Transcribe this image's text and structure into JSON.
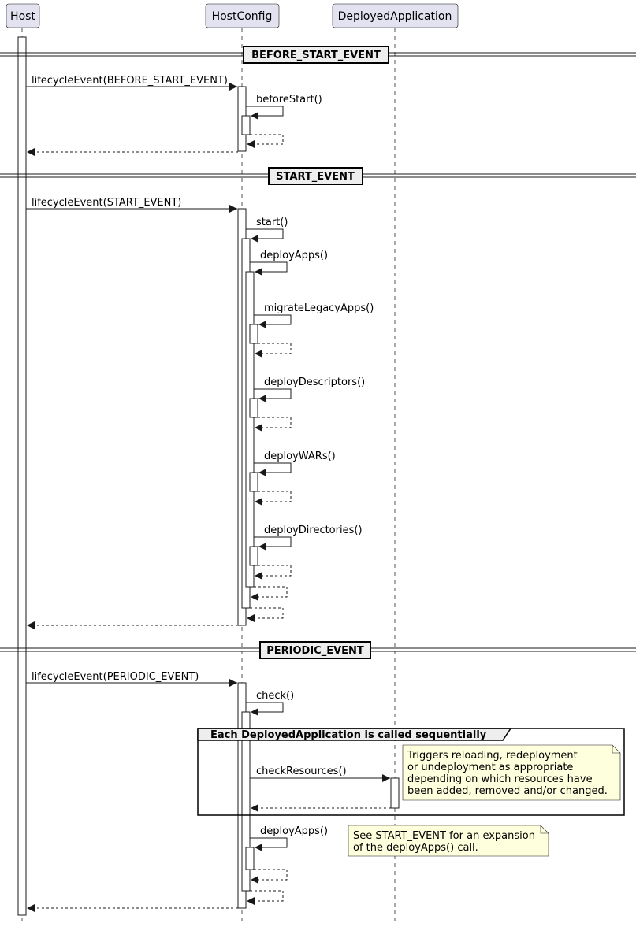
{
  "participants": [
    {
      "id": "host",
      "name": "Host"
    },
    {
      "id": "hostconfig",
      "name": "HostConfig"
    },
    {
      "id": "deployed",
      "name": "DeployedApplication"
    }
  ],
  "dividers": [
    "BEFORE_START_EVENT",
    "START_EVENT",
    "PERIODIC_EVENT"
  ],
  "messages": [
    "lifecycleEvent(BEFORE_START_EVENT)",
    "beforeStart()",
    "lifecycleEvent(START_EVENT)",
    "start()",
    "deployApps()",
    "migrateLegacyApps()",
    "deployDescriptors()",
    "deployWARs()",
    "deployDirectories()",
    "lifecycleEvent(PERIODIC_EVENT)",
    "check()",
    "checkResources()",
    "deployApps()"
  ],
  "group": {
    "label": "Each DeployedApplication is called sequentially"
  },
  "notes": [
    {
      "lines": [
        "Triggers reloading, redeployment",
        "or undeployment as appropriate",
        "depending on which resources have",
        "been added, removed and/or changed."
      ]
    },
    {
      "lines": [
        "See START_EVENT for an expansion",
        "of the deployApps() call."
      ]
    }
  ],
  "colors": {
    "participant_fill": "#E2E2F0",
    "participant_border": "#181818",
    "note_fill": "#FEFFDD",
    "divider_fill": "#EEEEEE",
    "group_header_fill": "#EEEEEE"
  }
}
